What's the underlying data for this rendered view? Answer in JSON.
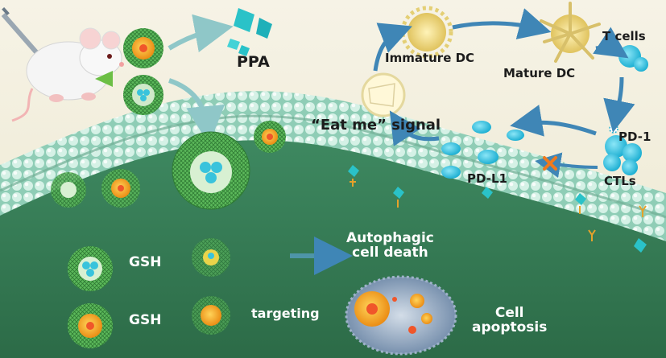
{
  "labels": {
    "ppa": "PPA",
    "immature_dc": "Immature DC",
    "mature_dc": "Mature DC",
    "t_cells": "T cells",
    "eat_me": "“Eat me” signal",
    "pd1": "PD-1",
    "pdl1": "PD-L1",
    "ctls": "CTLs",
    "gsh_top": "GSH",
    "gsh_bottom": "GSH",
    "autophagic_line1": "Autophagic",
    "autophagic_line2": "cell death",
    "targeting": "targeting",
    "apoptosis_line1": "Cell",
    "apoptosis_line2": "apoptosis"
  },
  "colors": {
    "background_top": "#f4f1e3",
    "membrane_head": "#b9e8d4",
    "cytoplasm": "#4f8f62",
    "nanoparticle_shell": "#58b35a",
    "core_orange": "#f2a21b",
    "cargo_cyan": "#39c3dc",
    "arrow": "#3f86b6",
    "block_x": "#f07a1e"
  },
  "icons": [
    "mouse-icon",
    "syringe-icon",
    "ppa-crystal-icon",
    "dendritic-cell-icon",
    "t-cell-icon",
    "nanoparticle-icon"
  ]
}
